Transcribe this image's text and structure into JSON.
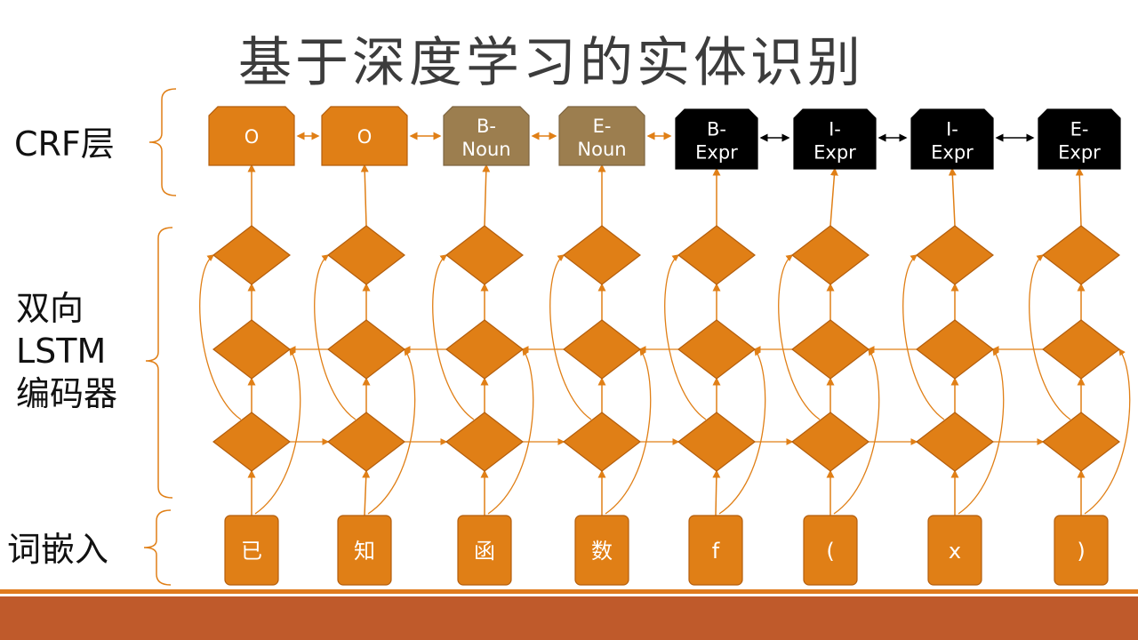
{
  "title": "基于深度学习的实体识别",
  "labels": {
    "crf": "CRF层",
    "lstm": "双向\nLSTM\n编码器",
    "embed": "词嵌入"
  },
  "crf_tags": [
    {
      "text": "O",
      "style": "orange"
    },
    {
      "text": "O",
      "style": "orange"
    },
    {
      "text": "B-\nNoun",
      "style": "olive"
    },
    {
      "text": "E-\nNoun",
      "style": "olive"
    },
    {
      "text": "B-\nExpr",
      "style": "black"
    },
    {
      "text": "I-\nExpr",
      "style": "black"
    },
    {
      "text": "I-\nExpr",
      "style": "black"
    },
    {
      "text": "E-\nExpr",
      "style": "black"
    }
  ],
  "tokens": [
    "已",
    "知",
    "函",
    "数",
    "f",
    "(",
    "x",
    ")"
  ],
  "colors": {
    "orange": "#e07f16",
    "orange_stroke": "#b35d0c",
    "olive": "#9c7e4f",
    "black": "#000000",
    "footer": "#bf5a2b",
    "footer_line": "#e07b1e"
  }
}
